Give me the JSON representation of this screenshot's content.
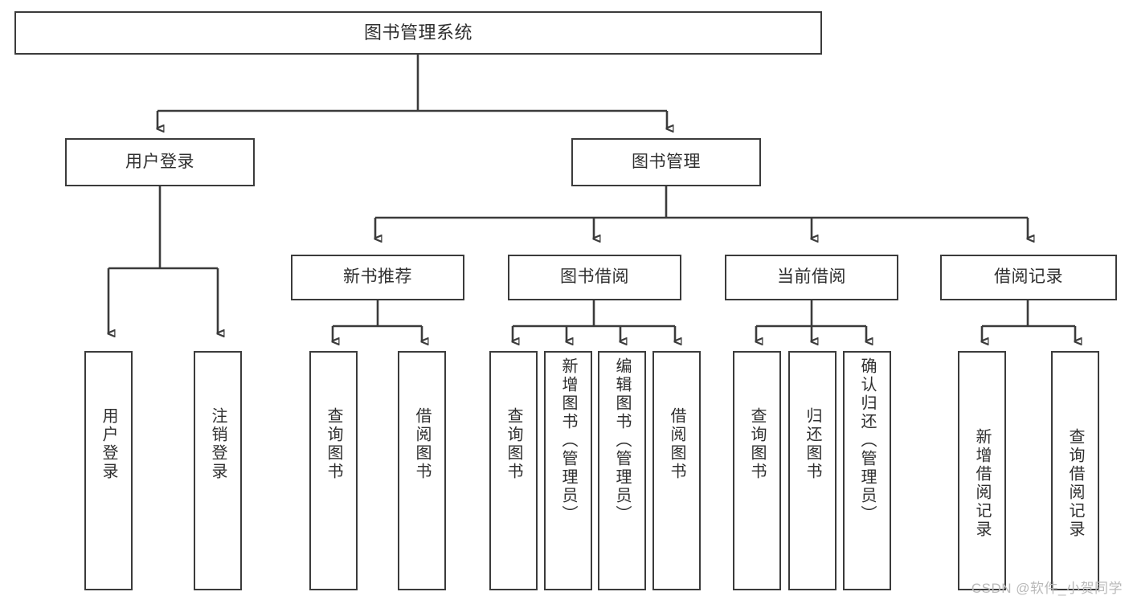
{
  "diagram": {
    "type": "tree",
    "title": "图书管理系统",
    "root": {
      "id": "root",
      "label": "图书管理系统"
    },
    "level2": [
      {
        "id": "user-login",
        "label": "用户登录"
      },
      {
        "id": "book-manage",
        "label": "图书管理"
      }
    ],
    "level3": [
      {
        "id": "new-book-rec",
        "label": "新书推荐",
        "parent": "book-manage"
      },
      {
        "id": "book-borrow",
        "label": "图书借阅",
        "parent": "book-manage"
      },
      {
        "id": "current-borrow",
        "label": "当前借阅",
        "parent": "book-manage"
      },
      {
        "id": "borrow-record",
        "label": "借阅记录",
        "parent": "book-manage"
      }
    ],
    "leaves": [
      {
        "id": "leaf-user-login",
        "label": "用户登录",
        "parent": "user-login"
      },
      {
        "id": "leaf-user-logout",
        "label": "注销登录",
        "parent": "user-login"
      },
      {
        "id": "leaf-rec-query",
        "label": "查询图书",
        "parent": "new-book-rec"
      },
      {
        "id": "leaf-rec-borrow",
        "label": "借阅图书",
        "parent": "new-book-rec"
      },
      {
        "id": "leaf-borrow-query",
        "label": "查询图书",
        "parent": "book-borrow"
      },
      {
        "id": "leaf-borrow-add",
        "label": "新增图书（管理员）",
        "parent": "book-borrow"
      },
      {
        "id": "leaf-borrow-edit",
        "label": "编辑图书（管理员）",
        "parent": "book-borrow"
      },
      {
        "id": "leaf-borrow-lend",
        "label": "借阅图书",
        "parent": "book-borrow"
      },
      {
        "id": "leaf-cur-query",
        "label": "查询图书",
        "parent": "current-borrow"
      },
      {
        "id": "leaf-cur-return",
        "label": "归还图书",
        "parent": "current-borrow"
      },
      {
        "id": "leaf-cur-confirm",
        "label": "确认归还（管理员）",
        "parent": "current-borrow"
      },
      {
        "id": "leaf-rec-add",
        "label": "新增借阅记录",
        "parent": "borrow-record"
      },
      {
        "id": "leaf-rec-query2",
        "label": "查询借阅记录",
        "parent": "borrow-record"
      }
    ]
  },
  "watermark": {
    "text": "CSDN @软件_小贺同学"
  },
  "colors": {
    "border": "#3b3b3b",
    "text": "#2f2f2f",
    "background": "#ffffff",
    "watermark": "#b9b9b9"
  }
}
